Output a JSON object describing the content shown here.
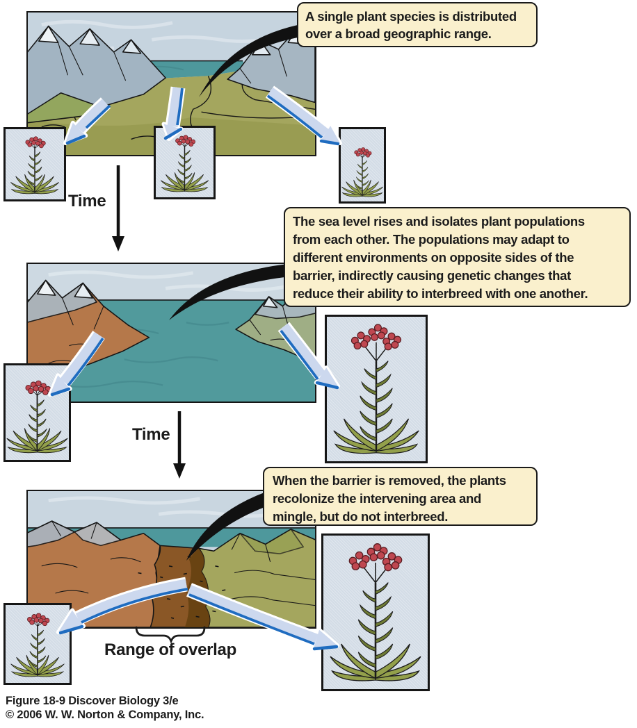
{
  "callouts": {
    "top": "A single plant species is distributed\nover a broad geographic range.",
    "middle": "The sea level rises and isolates plant populations\nfrom each other. The populations may adapt to\ndifferent environments on opposite sides of the\nbarrier, indirectly causing genetic changes that\nreduce their ability to interbreed with one another.",
    "bottom": "When the barrier is removed, the plants\nrecolonize the intervening area and\nmingle, but do not interbreed."
  },
  "labels": {
    "time": "Time",
    "range_of_overlap": "Range of overlap"
  },
  "caption": {
    "line1": "Figure 18-9  Discover Biology 3/e",
    "line2": "© 2006 W. W. Norton & Company, Inc."
  },
  "colors": {
    "callout_bg": "#faf0cd",
    "callout_border": "#1a1a1a",
    "plant_box_bg": "#d3dce6",
    "arrow_fill": "#ccd8ee",
    "arrow_stripe": "#1f6cc0",
    "sea_teal": "#4e989c",
    "sky_blue": "#c9d6e0",
    "valley_green": "#a4a65e",
    "mountain_gray": "#a6b6c2",
    "mountain_brown": "#b5784a",
    "overlap_brown": "#7c4d1e",
    "flower_red": "#bf4750",
    "leaf_green": "#93a04b"
  }
}
